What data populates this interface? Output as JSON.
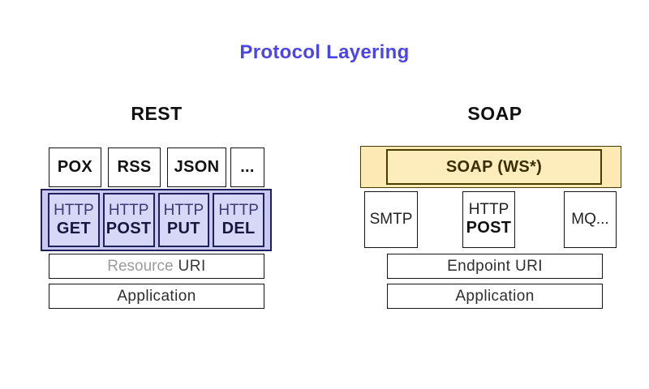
{
  "title": {
    "text": "Protocol Layering"
  },
  "colors": {
    "title_blue": "#4b45e9",
    "purple_band_fill": "#c8c8f1",
    "purple_box_fill": "#d7d7f8",
    "purple_border": "#20205c",
    "yellow_band_fill": "#fce9b4",
    "yellow_inner_fill": "#fdedbd",
    "yellow_border": "#4a3b00",
    "yellow_text": "#382e00",
    "box_border": "#141414"
  },
  "rest": {
    "heading": "REST",
    "formats": [
      "POX",
      "RSS",
      "JSON",
      "..."
    ],
    "methods": [
      {
        "line1": "HTTP",
        "line2": "GET"
      },
      {
        "line1": "HTTP",
        "line2": "POST"
      },
      {
        "line1": "HTTP",
        "line2": "PUT"
      },
      {
        "line1": "HTTP",
        "line2": "DEL"
      }
    ],
    "uri_muted": "Resource",
    "uri_strong": "URI",
    "app_label": "Application"
  },
  "soap": {
    "heading": "SOAP",
    "band_label": "SOAP (WS*)",
    "transports": [
      {
        "line1": "SMTP",
        "line2": ""
      },
      {
        "line1": "HTTP",
        "line2": "POST"
      },
      {
        "line1": "MQ...",
        "line2": ""
      }
    ],
    "uri_label": "Endpoint URI",
    "app_label": "Application"
  }
}
